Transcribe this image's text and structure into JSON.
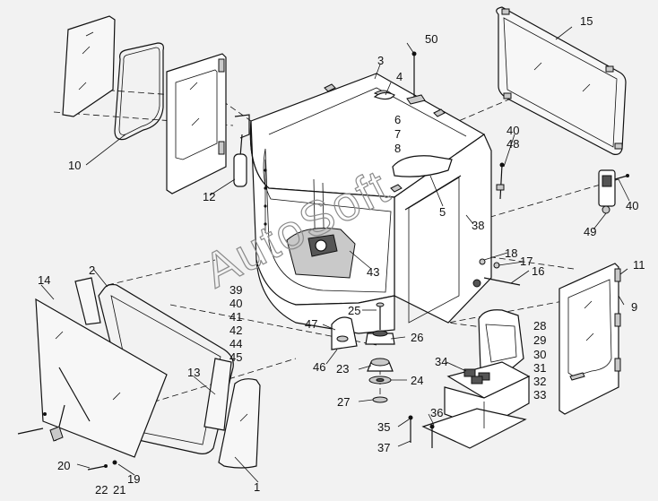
{
  "watermark": "AutoSoft",
  "callouts": [
    {
      "id": "c1",
      "text": "1"
    },
    {
      "id": "c2",
      "text": "2"
    },
    {
      "id": "c3",
      "text": "3"
    },
    {
      "id": "c4",
      "text": "4"
    },
    {
      "id": "c5",
      "text": "5"
    },
    {
      "id": "c6",
      "text": "6"
    },
    {
      "id": "c7",
      "text": "7"
    },
    {
      "id": "c8",
      "text": "8"
    },
    {
      "id": "c9",
      "text": "9"
    },
    {
      "id": "c10",
      "text": "10"
    },
    {
      "id": "c11",
      "text": "11"
    },
    {
      "id": "c12",
      "text": "12"
    },
    {
      "id": "c13",
      "text": "13"
    },
    {
      "id": "c14",
      "text": "14"
    },
    {
      "id": "c15",
      "text": "15"
    },
    {
      "id": "c16",
      "text": "16"
    },
    {
      "id": "c17",
      "text": "17"
    },
    {
      "id": "c18",
      "text": "18"
    },
    {
      "id": "c19",
      "text": "19"
    },
    {
      "id": "c20",
      "text": "20"
    },
    {
      "id": "c21",
      "text": "21"
    },
    {
      "id": "c22",
      "text": "22"
    },
    {
      "id": "c23",
      "text": "23"
    },
    {
      "id": "c24",
      "text": "24"
    },
    {
      "id": "c25",
      "text": "25"
    },
    {
      "id": "c26",
      "text": "26"
    },
    {
      "id": "c27",
      "text": "27"
    },
    {
      "id": "c28",
      "text": "28"
    },
    {
      "id": "c29",
      "text": "29"
    },
    {
      "id": "c30",
      "text": "30"
    },
    {
      "id": "c31",
      "text": "31"
    },
    {
      "id": "c32",
      "text": "32"
    },
    {
      "id": "c33",
      "text": "33"
    },
    {
      "id": "c34",
      "text": "34"
    },
    {
      "id": "c35",
      "text": "35"
    },
    {
      "id": "c36",
      "text": "36"
    },
    {
      "id": "c37",
      "text": "37"
    },
    {
      "id": "c38",
      "text": "38"
    },
    {
      "id": "c39",
      "text": "39"
    },
    {
      "id": "c40a",
      "text": "40"
    },
    {
      "id": "c40b",
      "text": "40"
    },
    {
      "id": "c40c",
      "text": "40"
    },
    {
      "id": "c41",
      "text": "41"
    },
    {
      "id": "c42",
      "text": "42"
    },
    {
      "id": "c43",
      "text": "43"
    },
    {
      "id": "c44",
      "text": "44"
    },
    {
      "id": "c45",
      "text": "45"
    },
    {
      "id": "c46",
      "text": "46"
    },
    {
      "id": "c47",
      "text": "47"
    },
    {
      "id": "c48",
      "text": "48"
    },
    {
      "id": "c49",
      "text": "49"
    },
    {
      "id": "c50",
      "text": "50"
    }
  ]
}
